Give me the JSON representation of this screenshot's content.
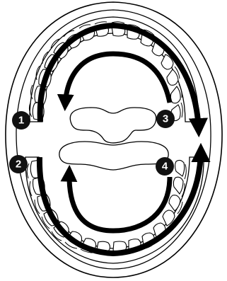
{
  "markers": [
    {
      "id": 1,
      "label": "1"
    },
    {
      "id": 2,
      "label": "2"
    },
    {
      "id": 3,
      "label": "3"
    },
    {
      "id": 4,
      "label": "4"
    }
  ],
  "colors": {
    "ink": "#000000",
    "paper": "#ffffff",
    "marker_fill": "#111111",
    "marker_text": "#ffffff"
  }
}
